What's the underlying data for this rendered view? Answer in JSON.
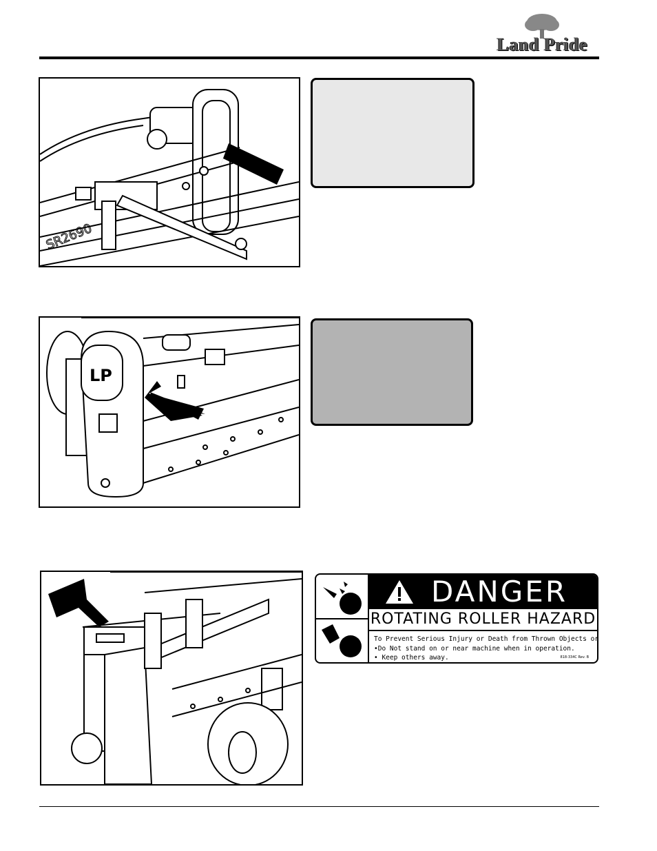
{
  "header": {
    "brand_name": "Land Pride"
  },
  "figures": {
    "fig1": {
      "model_stencil": "SR2690"
    },
    "fig2": {
      "cover_emblem": "LP"
    }
  },
  "notice_boxes": [
    {
      "fill": "#e8e8e8"
    },
    {
      "fill": "#b3b3b3"
    }
  ],
  "decal": {
    "signal_word": "DANGER",
    "hazard_title": "ROTATING ROLLER HAZARD",
    "lines": [
      "To Prevent Serious Injury or Death from Thrown Objects or Roller Contact:",
      "•Do Not stand on or near machine when in operation.",
      "• Keep others away."
    ],
    "part_code": "818-334C Rev. B",
    "colors": {
      "background": "#ffffff",
      "ink": "#000000"
    },
    "icons": [
      "thrown-object-icon",
      "roller-contact-icon",
      "warning-triangle-icon"
    ]
  }
}
